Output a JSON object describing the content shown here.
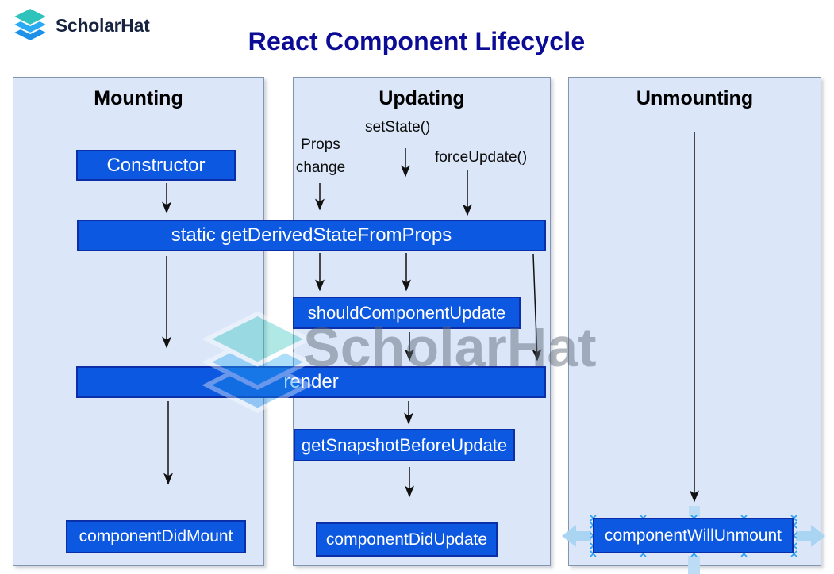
{
  "header": {
    "logo_text": "ScholarHat",
    "title": "React Component Lifecycle"
  },
  "panels": {
    "mounting": {
      "title": "Mounting"
    },
    "updating": {
      "title": "Updating"
    },
    "unmounting": {
      "title": "Unmounting"
    }
  },
  "labels": {
    "set_state": "setState()",
    "props_change": "Props\nchange",
    "force_update": "forceUpdate()"
  },
  "boxes": {
    "constructor": "Constructor",
    "get_derived_state_from_props": "static getDerivedStateFromProps",
    "should_component_update": "shouldComponentUpdate",
    "render": "render",
    "get_snapshot_before_update": "getSnapshotBeforeUpdate",
    "component_did_mount": "componentDidMount",
    "component_did_update": "componentDidUpdate",
    "component_will_unmount": "componentWillUnmount"
  },
  "watermark": {
    "text": "ScholarHat"
  },
  "colors": {
    "box_fill": "#0c58e0",
    "box_border": "#0a2fa8",
    "panel_fill": "#dbe7f9",
    "panel_border": "#8296af",
    "title_text": "#0b0b96",
    "logo_teal": "#2fc3bb",
    "logo_blue": "#2aa9f4",
    "selection_handle": "#2da0f4",
    "direction_arrow": "#a9d4f2"
  }
}
